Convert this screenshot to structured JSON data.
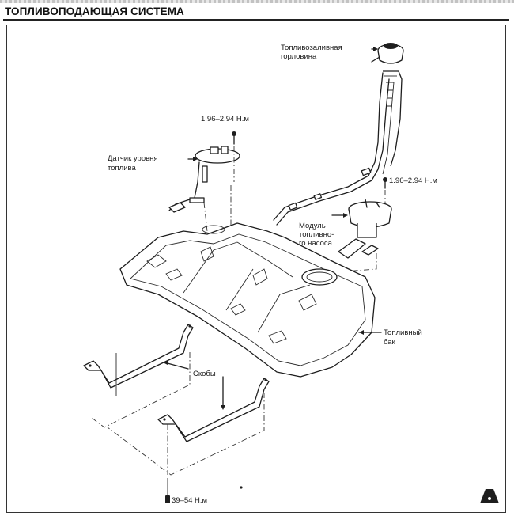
{
  "header": {
    "title": "ТОПЛИВОПОДАЮЩАЯ СИСТЕМА"
  },
  "diagram": {
    "labels": {
      "filler_neck": [
        "Топливозаливная",
        "горловина"
      ],
      "torque_sender": "1.96–2.94 Н.м",
      "level_sender": [
        "Датчик уровня",
        "топлива"
      ],
      "torque_pump": "1.96–2.94 Н.м",
      "pump_module": [
        "Модуль",
        "топливно-",
        "го насоса"
      ],
      "fuel_tank": [
        "Топливный",
        "бак"
      ],
      "brackets": "Скобы",
      "torque_brackets": "39–54 Н.м"
    },
    "icons": {
      "page_corner_logo": "triangle-logo-icon"
    }
  },
  "colors": {
    "ink": "#1e1e1e",
    "paper": "#ffffff"
  }
}
